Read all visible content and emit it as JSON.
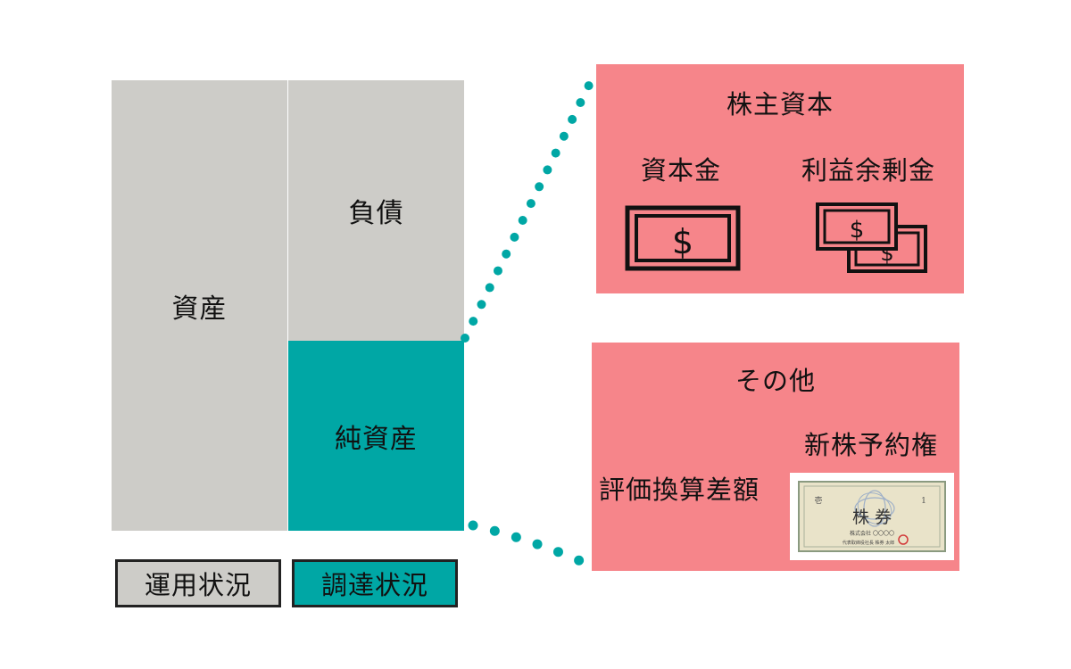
{
  "balance_sheet": {
    "assets": "資産",
    "liabilities": "負債",
    "net_assets": "純資産"
  },
  "legend": {
    "usage": "運用状況",
    "funding": "調達状況"
  },
  "equity_panel": {
    "title": "株主資本",
    "capital": "資本金",
    "retained_earnings": "利益余剰金",
    "currency_symbol": "$"
  },
  "other_panel": {
    "title": "その他",
    "warrants": "新株予約権",
    "valuation_difference": "評価換算差額",
    "certificate": {
      "corner_label": "壱",
      "number": "1",
      "title": "株 券",
      "company_line": "株式会社 〇〇〇〇",
      "signer_line": "代表取締役社長  株券 太郎"
    }
  },
  "colors": {
    "gray": "#cdccc8",
    "teal": "#00a7a5",
    "pink": "#f6858a",
    "dots": "#00a7a5"
  }
}
